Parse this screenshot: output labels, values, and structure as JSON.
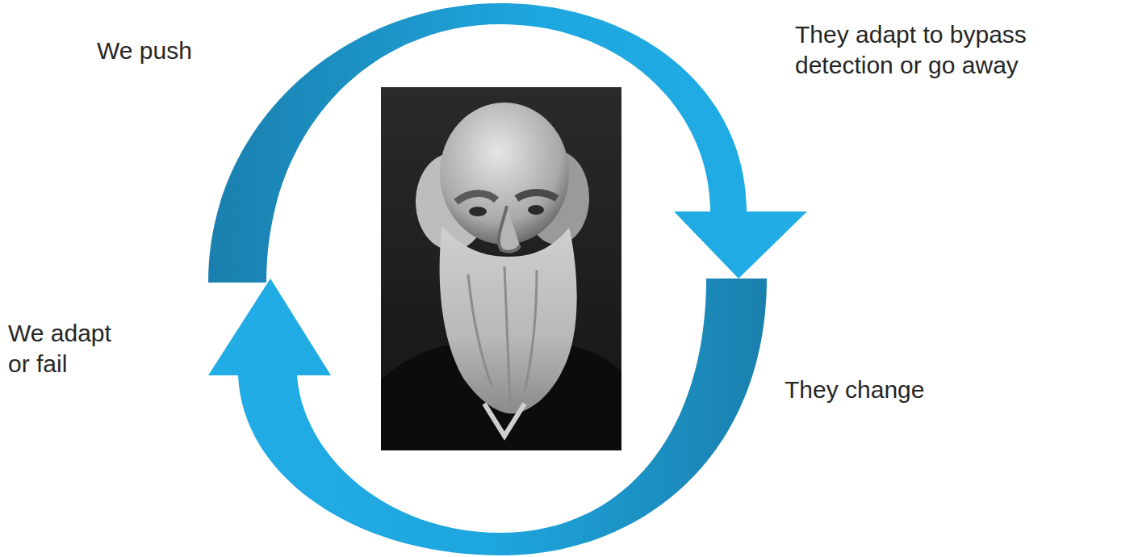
{
  "diagram": {
    "labels": [
      "We push",
      "They adapt to bypass detection or go away",
      "They change",
      "We adapt or fail"
    ]
  }
}
